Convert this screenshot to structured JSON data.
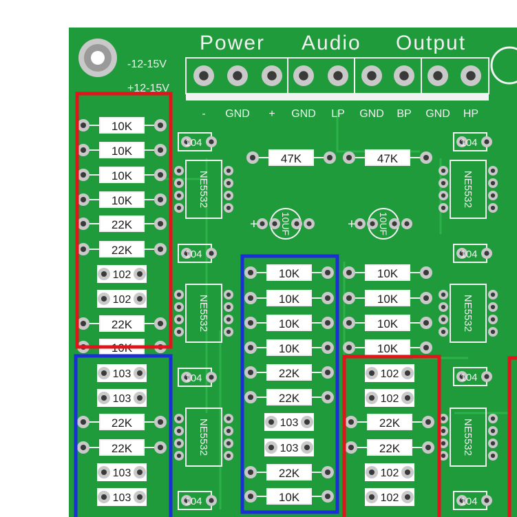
{
  "board": {
    "title_power": "Power",
    "title_audio": "Audio",
    "title_output": "Output",
    "voltage_neg": "-12-15V",
    "voltage_pos": "+12-15V",
    "header_labels": [
      "-",
      "GND",
      "+",
      "GND",
      "LP",
      "GND",
      "BP",
      "GND",
      "HP"
    ],
    "ic_label": "NE5532",
    "cap_label": "10UF",
    "plus_sign": "+",
    "cap_small": "104"
  },
  "resistors": {
    "r47k": "47K",
    "r10k": "10K",
    "r22k": "22K",
    "c102": "102",
    "c103": "103"
  },
  "colors": {
    "pcb": "#1f9b3c",
    "pcb_trace": "#2db24a",
    "highlight_red": "#e0151b",
    "highlight_blue": "#1c2fd6",
    "silkscreen": "#f2f2f2",
    "pad": "#c9c9c9"
  }
}
